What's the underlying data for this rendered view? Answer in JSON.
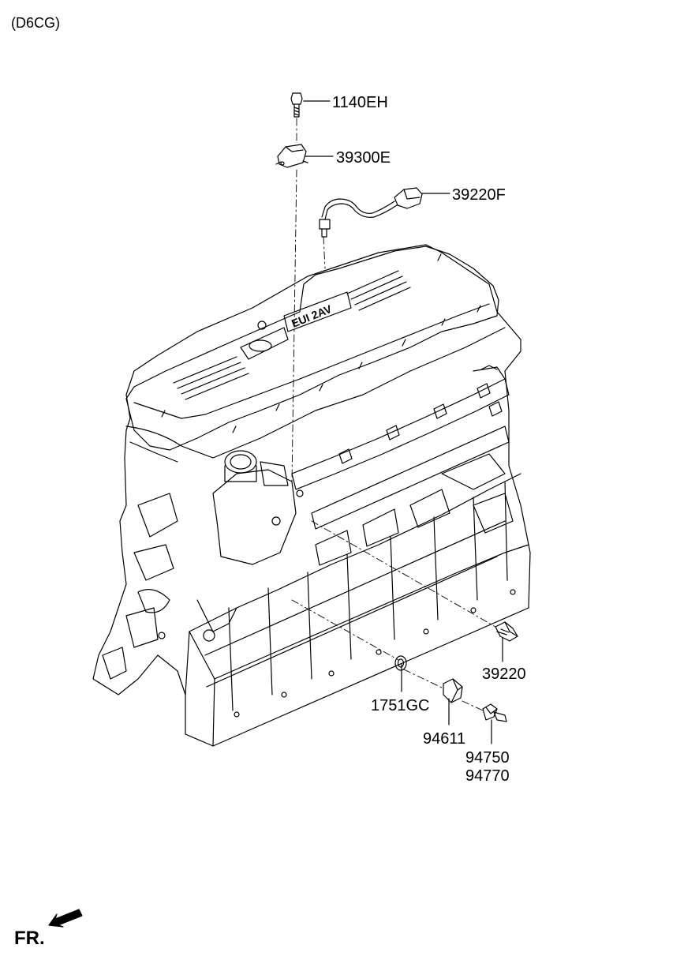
{
  "header": {
    "engine_code": "(D6CG)"
  },
  "callouts": {
    "bolt": "1140EH",
    "map_sensor": "39300E",
    "temp_sensor_harness": "39220F",
    "water_temp_sensor": "39220",
    "gasket": "1751GC",
    "adapter": "94611",
    "oil_pressure_switch_a": "94750",
    "oil_pressure_switch_b": "94770"
  },
  "cover_text": "EUI 2AV",
  "footer": {
    "direction_label": "FR."
  }
}
